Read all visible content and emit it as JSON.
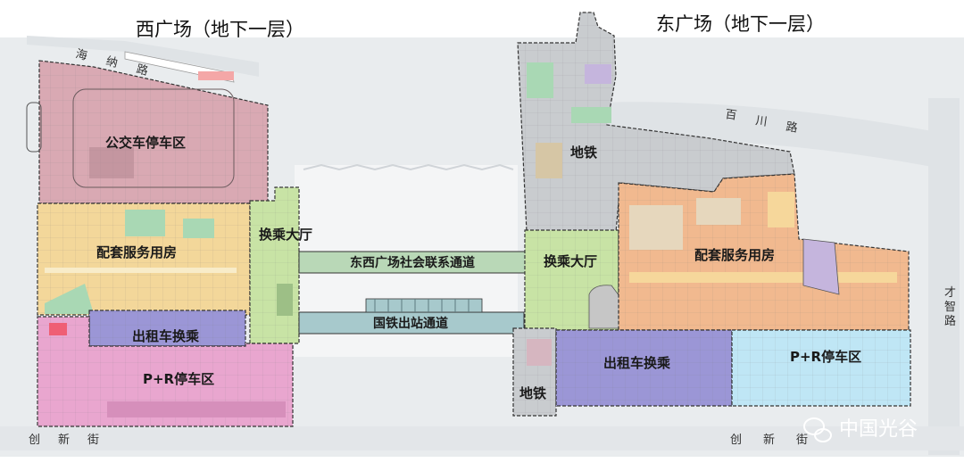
{
  "west": {
    "title": "西广场（地下一层）",
    "bus_parking": "公交车停车区",
    "service_rooms": "配套服务用房",
    "transfer_hall": "换乘大厅",
    "taxi": "出租车换乘",
    "pr_parking": "P+R停车区"
  },
  "east": {
    "title": "东广场（地下一层）",
    "metro_top": "地铁",
    "transfer_hall": "换乘大厅",
    "service_rooms": "配套服务用房",
    "taxi": "出租车换乘",
    "pr_parking": "P+R停车区",
    "metro_bottom": "地铁"
  },
  "corridors": {
    "social_link": "东西广场社会联系通道",
    "rail_exit": "国铁出站通道"
  },
  "roads": {
    "haina": [
      "海",
      "纳",
      "路"
    ],
    "baichuan": [
      "百",
      "川",
      "路"
    ],
    "caizhi": [
      "才",
      "智",
      "路"
    ],
    "chuangxin_west": [
      "创",
      "新",
      "街"
    ],
    "chuangxin_east": [
      "创",
      "新",
      "街"
    ]
  },
  "watermark": "中国光谷",
  "colors": {
    "bus": "#d9a9b3",
    "service_west": "#f3d79a",
    "transfer": "#c8e3a5",
    "taxi": "#9b96d6",
    "pr_west": "#e9a6cf",
    "service_east": "#f1b98f",
    "pr_east": "#bfe6f5",
    "metro": "#c9cccf",
    "corridor": "#b9d8b7",
    "corridor_exit": "#a7c9cc"
  }
}
